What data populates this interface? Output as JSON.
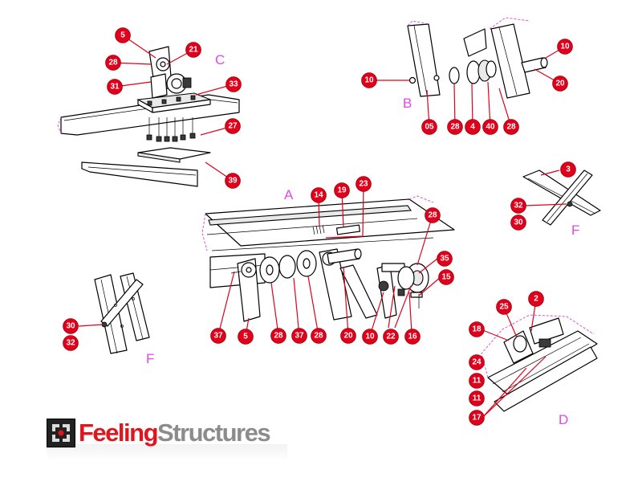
{
  "views": [
    {
      "letter": "C"
    },
    {
      "letter": "B"
    },
    {
      "letter": "A"
    },
    {
      "letter": "F"
    },
    {
      "letter": "F"
    },
    {
      "letter": "D"
    }
  ],
  "callouts": [
    {
      "label": "5"
    },
    {
      "label": "21"
    },
    {
      "label": "28"
    },
    {
      "label": "31"
    },
    {
      "label": "33"
    },
    {
      "label": "27"
    },
    {
      "label": "39"
    },
    {
      "label": "10"
    },
    {
      "label": "10"
    },
    {
      "label": "20"
    },
    {
      "label": "05"
    },
    {
      "label": "28"
    },
    {
      "label": "4"
    },
    {
      "label": "40"
    },
    {
      "label": "28"
    },
    {
      "label": "3"
    },
    {
      "label": "32"
    },
    {
      "label": "30"
    },
    {
      "label": "14"
    },
    {
      "label": "19"
    },
    {
      "label": "23"
    },
    {
      "label": "28"
    },
    {
      "label": "35"
    },
    {
      "label": "15"
    },
    {
      "label": "37"
    },
    {
      "label": "5"
    },
    {
      "label": "28"
    },
    {
      "label": "37"
    },
    {
      "label": "28"
    },
    {
      "label": "20"
    },
    {
      "label": "10"
    },
    {
      "label": "22"
    },
    {
      "label": "16"
    },
    {
      "label": "30"
    },
    {
      "label": "32"
    },
    {
      "label": "2"
    },
    {
      "label": "25"
    },
    {
      "label": "18"
    },
    {
      "label": "24"
    },
    {
      "label": "11"
    },
    {
      "label": "11"
    },
    {
      "label": "17"
    }
  ],
  "logo": {
    "part1": "Feeling",
    "part2": "Structures"
  },
  "colors": {
    "callout": "#e0001b",
    "view_letter": "#e845e8",
    "logo_red": "#e2141d",
    "logo_grey": "#8c8c8c"
  }
}
